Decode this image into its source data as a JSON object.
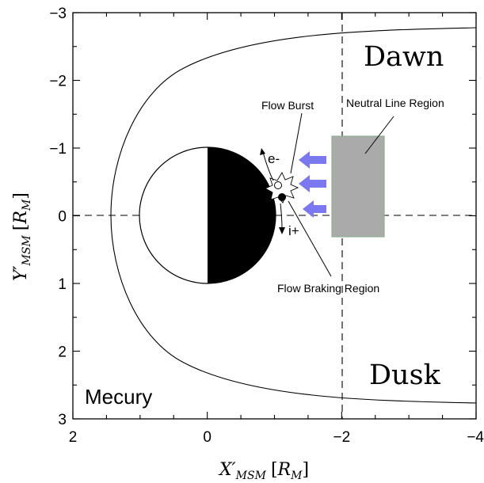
{
  "x_axis": {
    "label_main": "X",
    "label_prime": "′",
    "label_sub": "MSM",
    "label_unit_open": "[",
    "label_unit_R": "R",
    "label_unit_sub": "M",
    "label_unit_close": "]",
    "range": [
      2,
      -4
    ],
    "ticks": [
      {
        "value": 2,
        "label": "2"
      },
      {
        "value": 0,
        "label": "0"
      },
      {
        "value": -2,
        "label": "−2"
      },
      {
        "value": -4,
        "label": "−4"
      }
    ],
    "minor_step": 0.5
  },
  "y_axis": {
    "label_main": "Y",
    "label_prime": "′",
    "label_sub": "MSM",
    "label_unit_open": "[",
    "label_unit_R": "R",
    "label_unit_sub": "M",
    "label_unit_close": "]",
    "range": [
      -3,
      3
    ],
    "ticks": [
      {
        "value": -3,
        "label": "−3"
      },
      {
        "value": -2,
        "label": "−2"
      },
      {
        "value": -1,
        "label": "−1"
      },
      {
        "value": 0,
        "label": "0"
      },
      {
        "value": 1,
        "label": "1"
      },
      {
        "value": 2,
        "label": "2"
      },
      {
        "value": 3,
        "label": "3"
      }
    ],
    "minor_step": 0.5
  },
  "regions": {
    "dawn": "Dawn",
    "dusk": "Dusk",
    "planet": "Mecury"
  },
  "annotations": {
    "flow_burst": "Flow Burst",
    "neutral_line": "Neutral Line Region",
    "flow_braking": "Flow Braking Region",
    "electron": "e-",
    "ion": "i+"
  },
  "colors": {
    "arrows": "#7b78f0",
    "neutral_box_fill": "#aaaaaa",
    "neutral_box_edge": "#8fae8f",
    "planet_night": "#000000",
    "planet_day": "#ffffff"
  }
}
